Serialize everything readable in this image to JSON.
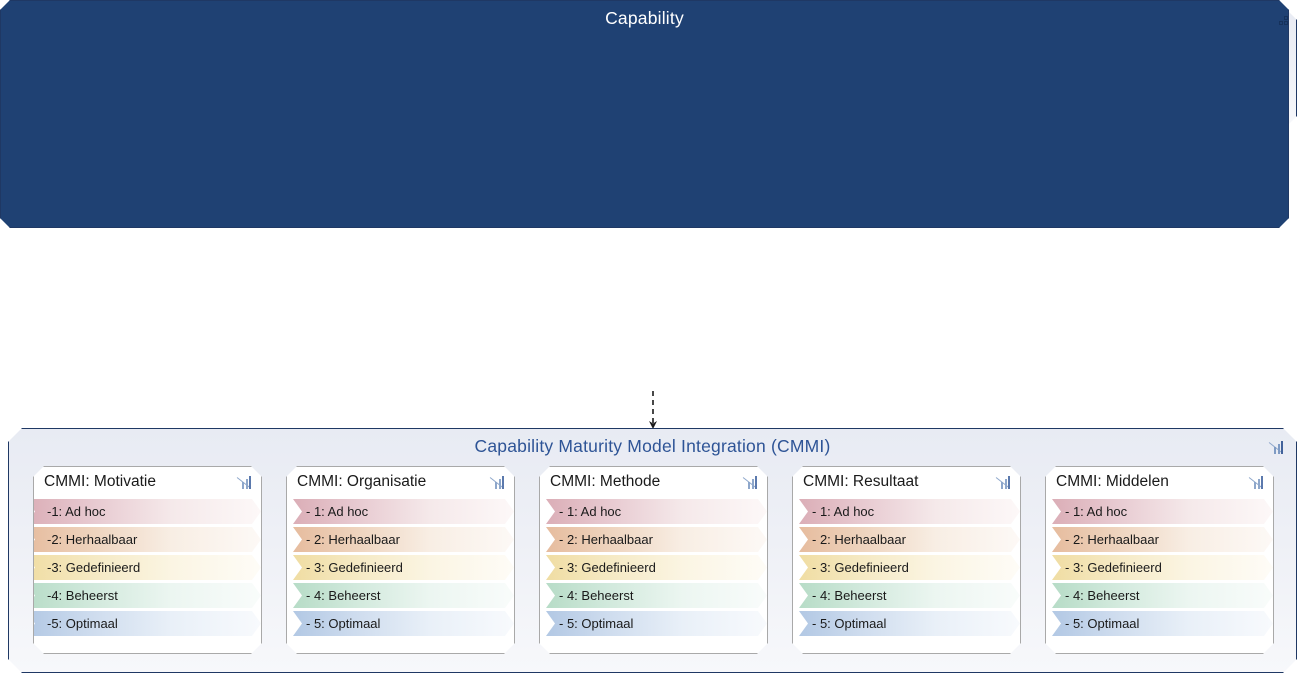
{
  "top_panel": {
    "title": "Capability Maturity Model Integration (CMMI)",
    "icon": "bar-chart-icon",
    "levels": [
      {
        "label": "1: Ad hoc",
        "color": "#ddb7bf"
      },
      {
        "label": "2: Herhaalbaar",
        "color": "#e8c5a9"
      },
      {
        "label": "3: Gedefinieerd",
        "color": "#f2e0ab"
      },
      {
        "label": "4: Beheerst",
        "color": "#bedfcd"
      },
      {
        "label": "5: Optimaal",
        "color": "#bacde6"
      }
    ]
  },
  "middle_panel": {
    "title": "Capability",
    "icon": "blocks-staircase-icon",
    "background_color": "#1f4173",
    "title_color": "#ffffff"
  },
  "bottom_panel": {
    "title": "Capability Maturity Model Integration (CMMI)",
    "icon": "bar-chart-icon",
    "cards": [
      {
        "title": "CMMI: Motivatie",
        "icon": "bar-chart-icon",
        "items": [
          "-1: Ad hoc",
          "-2: Herhaalbaar",
          "-3: Gedefinieerd",
          "-4: Beheerst",
          "-5: Optimaal"
        ]
      },
      {
        "title": "CMMI: Organisatie",
        "icon": "bar-chart-icon",
        "items": [
          "- 1: Ad hoc",
          "- 2: Herhaalbaar",
          "- 3: Gedefinieerd",
          "- 4: Beheerst",
          "- 5: Optimaal"
        ]
      },
      {
        "title": "CMMI: Methode",
        "icon": "bar-chart-icon",
        "items": [
          "- 1: Ad hoc",
          "- 2: Herhaalbaar",
          "- 3: Gedefinieerd",
          "- 4: Beheerst",
          "- 5: Optimaal"
        ]
      },
      {
        "title": "CMMI: Resultaat",
        "icon": "bar-chart-icon",
        "items": [
          "- 1: Ad hoc",
          "- 2: Herhaalbaar",
          "- 3: Gedefinieerd",
          "- 4: Beheerst",
          "- 5: Optimaal"
        ]
      },
      {
        "title": "CMMI: Middelen",
        "icon": "bar-chart-icon",
        "items": [
          "- 1: Ad hoc",
          "- 2: Herhaalbaar",
          "- 3: Gedefinieerd",
          "- 4: Beheerst",
          "- 5: Optimaal"
        ]
      }
    ]
  },
  "connectors": {
    "up": {
      "name": "arrow-up-dashed",
      "direction": "up"
    },
    "down": {
      "name": "arrow-down-dashed",
      "direction": "down"
    }
  },
  "theme": {
    "border_color": "#1f3864",
    "title_color": "#2e5496",
    "panel_background": "#e8ebf3"
  }
}
